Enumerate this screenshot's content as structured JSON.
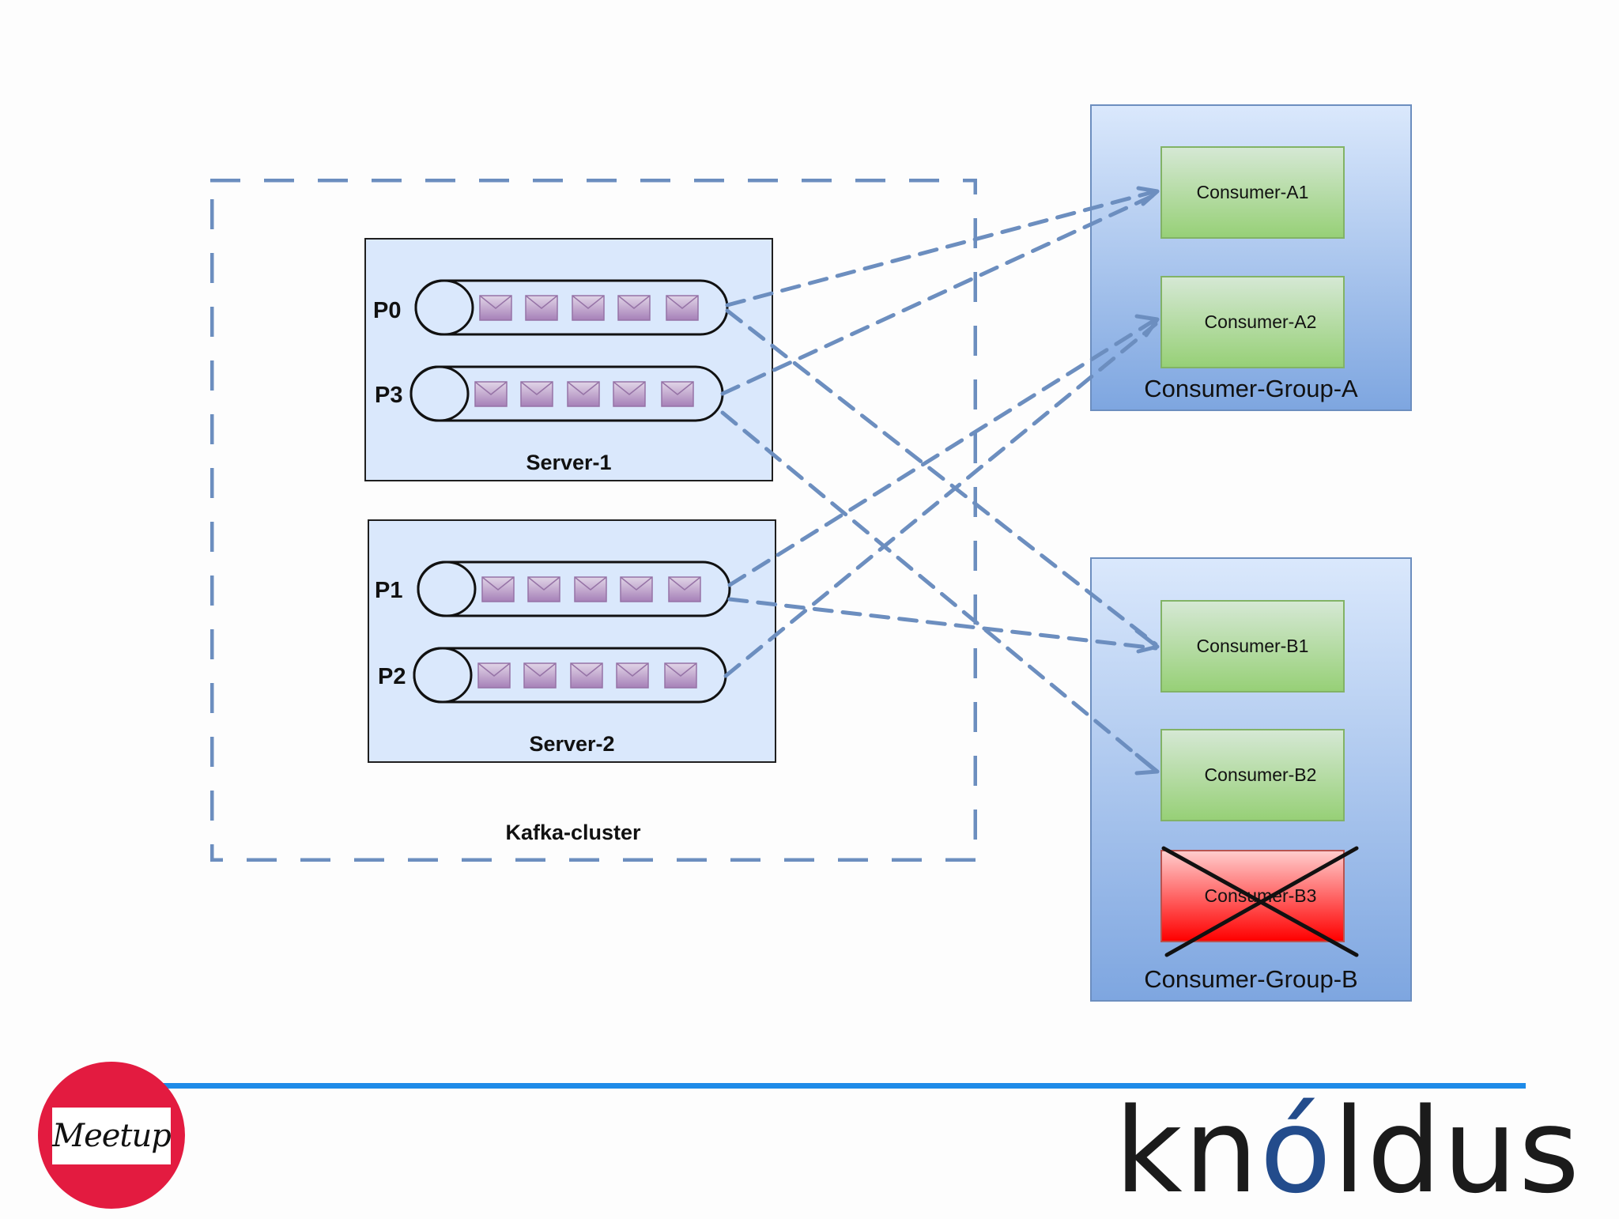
{
  "cluster": {
    "label": "Kafka-cluster"
  },
  "servers": [
    {
      "label": "Server-1",
      "partitions": [
        "P0",
        "P3"
      ]
    },
    {
      "label": "Server-2",
      "partitions": [
        "P1",
        "P2"
      ]
    }
  ],
  "groups": [
    {
      "label": "Consumer-Group-A",
      "consumers": [
        "Consumer-A1",
        "Consumer-A2"
      ]
    },
    {
      "label": "Consumer-Group-B",
      "consumers": [
        "Consumer-B1",
        "Consumer-B2",
        "Consumer-B3"
      ]
    }
  ],
  "failed_consumer": "Consumer-B3",
  "connections": [
    {
      "from": "P0",
      "to": "Consumer-A1"
    },
    {
      "from": "P3",
      "to": "Consumer-A1"
    },
    {
      "from": "P1",
      "to": "Consumer-A2"
    },
    {
      "from": "P2",
      "to": "Consumer-A2"
    },
    {
      "from": "P0",
      "to": "Consumer-B1"
    },
    {
      "from": "P1",
      "to": "Consumer-B1"
    },
    {
      "from": "P3",
      "to": "Consumer-B2"
    }
  ],
  "footer": {
    "meetup_logo": "Meetup",
    "brand": {
      "before": "kn",
      "accent": "ó",
      "after": "ldus"
    }
  },
  "colors": {
    "arrow": "#6c8ebf",
    "server_fill": "#dae8fc",
    "consumer_fill": "#97d077",
    "failed_fill": "#ff0000",
    "footer_line": "#1e8be8"
  },
  "icons": {
    "message": "envelope-icon",
    "failed": "cross-icon"
  }
}
